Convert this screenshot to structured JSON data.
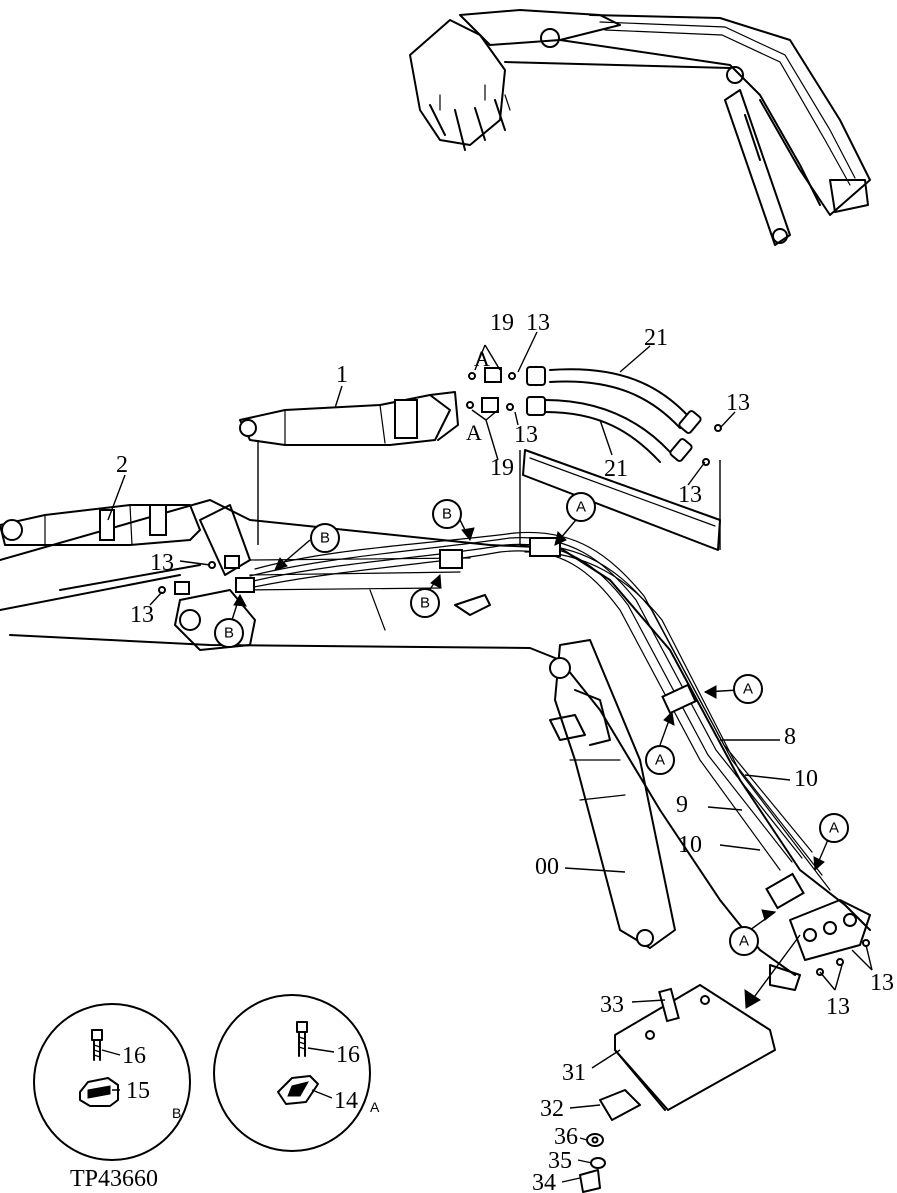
{
  "figure_id": "TP43660",
  "detail_circles": {
    "B": {
      "letter": "B",
      "labels": [
        "16",
        "15"
      ]
    },
    "A": {
      "letter": "A",
      "labels": [
        "16",
        "14"
      ]
    }
  },
  "callout_tags": [
    "A",
    "B"
  ],
  "part_numbers": {
    "p1": "1",
    "p2": "2",
    "p8": "8",
    "p9": "9",
    "p10": "10",
    "p13": "13",
    "p19": "19",
    "p21": "21",
    "p00": "00",
    "p31": "31",
    "p32": "32",
    "p33": "33",
    "p34": "34",
    "p35": "35",
    "p36": "36"
  }
}
